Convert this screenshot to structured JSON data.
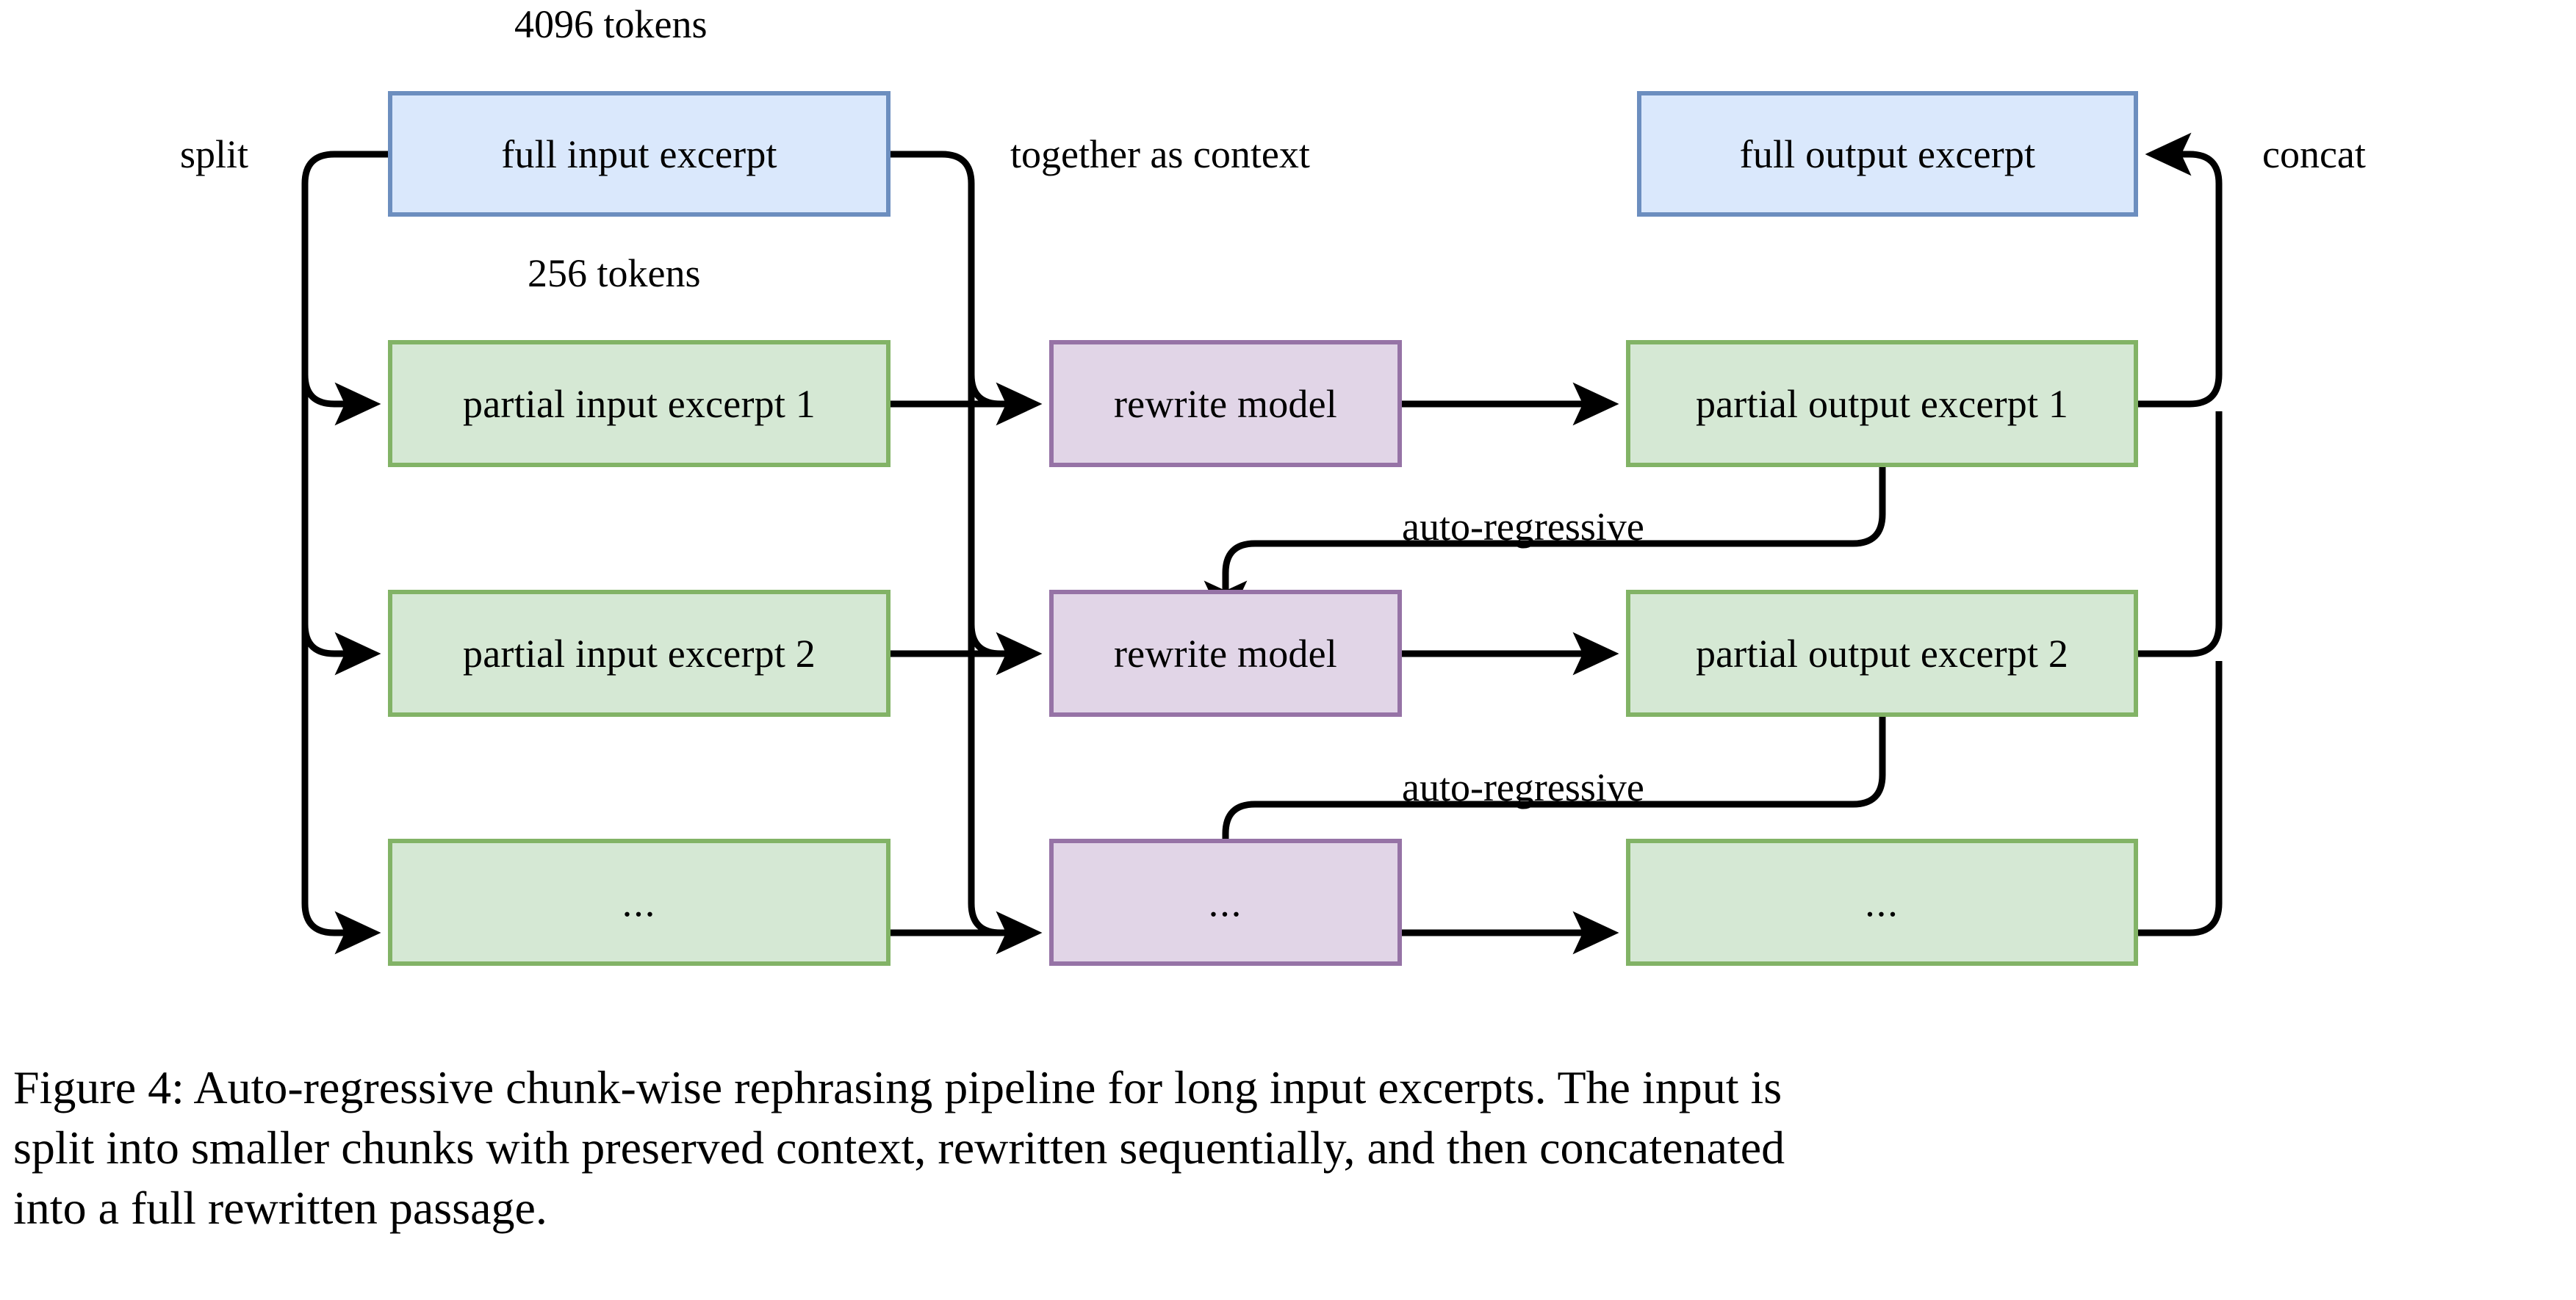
{
  "figure": {
    "id": "Figure 4",
    "caption_lines": [
      "Figure 4:  Auto-regressive chunk-wise rephrasing pipeline for long input excerpts. The input is",
      "split into smaller chunks with preserved context, rewritten sequentially, and then concatenated",
      "into a full rewritten passage."
    ],
    "caption_full": "Figure 4: Auto-regressive chunk-wise rephrasing pipeline for long input excerpts. The input is split into smaller chunks with preserved context, rewritten sequentially, and then concatenated into a full rewritten passage."
  },
  "colors": {
    "blue_fill": "#dae8fc",
    "blue_border": "#6c8ebf",
    "green_fill": "#d5e8d4",
    "green_border": "#82b366",
    "purple_fill": "#e1d5e7",
    "purple_border": "#9673a6",
    "edge": "#000000",
    "background": "#ffffff"
  },
  "annotations": {
    "tokens_full": "4096 tokens",
    "tokens_partial": "256 tokens",
    "split": "split",
    "together_as_context": "together as context",
    "concat": "concat",
    "auto_regressive_1": "auto-regressive",
    "auto_regressive_2": "auto-regressive"
  },
  "nodes": {
    "full_input": "full input excerpt",
    "full_output": "full output excerpt",
    "partial_input_1": "partial input excerpt 1",
    "partial_input_2": "partial input excerpt 2",
    "partial_input_n": "...",
    "rewrite_model_1": "rewrite model",
    "rewrite_model_2": "rewrite model",
    "rewrite_model_n": "...",
    "partial_output_1": "partial output excerpt 1",
    "partial_output_2": "partial output excerpt 2",
    "partial_output_n": "..."
  },
  "chart_data": {
    "type": "diagram",
    "title": "Auto-regressive chunk-wise rephrasing pipeline",
    "node_list": [
      {
        "id": "full_input",
        "label": "full input excerpt",
        "color": "blue",
        "column": "input",
        "row": 0
      },
      {
        "id": "partial_input_1",
        "label": "partial input excerpt 1",
        "color": "green",
        "column": "input",
        "row": 1
      },
      {
        "id": "partial_input_2",
        "label": "partial input excerpt 2",
        "color": "green",
        "column": "input",
        "row": 2
      },
      {
        "id": "partial_input_n",
        "label": "...",
        "color": "green",
        "column": "input",
        "row": 3
      },
      {
        "id": "rewrite_model_1",
        "label": "rewrite model",
        "color": "purple",
        "column": "model",
        "row": 1
      },
      {
        "id": "rewrite_model_2",
        "label": "rewrite model",
        "color": "purple",
        "column": "model",
        "row": 2
      },
      {
        "id": "rewrite_model_n",
        "label": "...",
        "color": "purple",
        "column": "model",
        "row": 3
      },
      {
        "id": "full_output",
        "label": "full output excerpt",
        "color": "blue",
        "column": "output",
        "row": 0
      },
      {
        "id": "partial_output_1",
        "label": "partial output excerpt 1",
        "color": "green",
        "column": "output",
        "row": 1
      },
      {
        "id": "partial_output_2",
        "label": "partial output excerpt 2",
        "color": "green",
        "column": "output",
        "row": 2
      },
      {
        "id": "partial_output_n",
        "label": "...",
        "color": "green",
        "column": "output",
        "row": 3
      }
    ],
    "edge_list": [
      {
        "from": "full_input",
        "to": "partial_input_1",
        "label": "split"
      },
      {
        "from": "full_input",
        "to": "partial_input_2",
        "label": "split"
      },
      {
        "from": "full_input",
        "to": "partial_input_n",
        "label": "split"
      },
      {
        "from": "partial_input_1",
        "to": "rewrite_model_1",
        "label": "together as context"
      },
      {
        "from": "partial_input_2",
        "to": "rewrite_model_2",
        "label": "together as context"
      },
      {
        "from": "partial_input_n",
        "to": "rewrite_model_n",
        "label": "together as context"
      },
      {
        "from": "rewrite_model_1",
        "to": "partial_output_1",
        "label": ""
      },
      {
        "from": "rewrite_model_2",
        "to": "partial_output_2",
        "label": ""
      },
      {
        "from": "rewrite_model_n",
        "to": "partial_output_n",
        "label": ""
      },
      {
        "from": "partial_output_1",
        "to": "rewrite_model_2",
        "label": "auto-regressive"
      },
      {
        "from": "partial_output_2",
        "to": "rewrite_model_n",
        "label": "auto-regressive"
      },
      {
        "from": "partial_output_1",
        "to": "full_output",
        "label": "concat"
      },
      {
        "from": "partial_output_2",
        "to": "full_output",
        "label": "concat"
      },
      {
        "from": "partial_output_n",
        "to": "full_output",
        "label": "concat"
      }
    ],
    "size_annotations": [
      {
        "target": "full_input",
        "text": "4096 tokens"
      },
      {
        "target": "partial_input_1",
        "text": "256 tokens"
      }
    ]
  }
}
